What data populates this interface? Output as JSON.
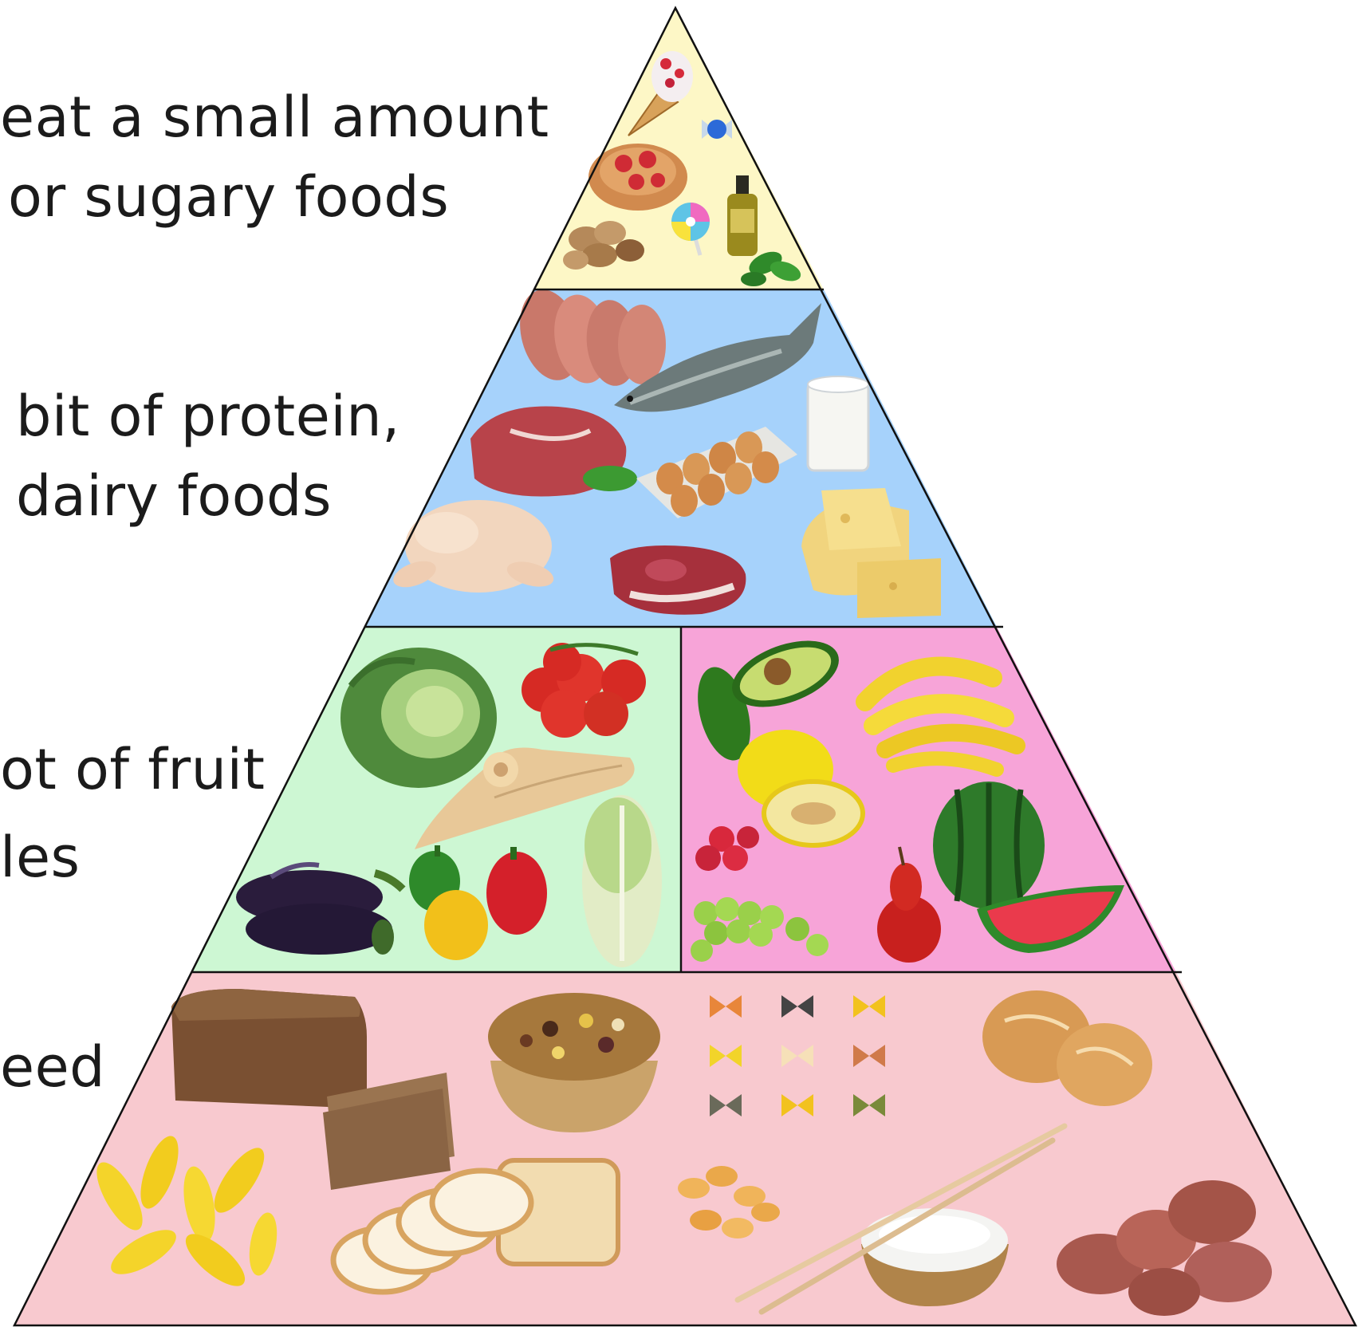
{
  "captions": {
    "top_line1": "eat a small amount",
    "top_line2": "or sugary foods",
    "protein_line1": "bit of protein,",
    "protein_line2": "dairy foods",
    "fruitveg_line1": "ot of fruit",
    "fruitveg_line2": "les",
    "base_line1": "eed"
  },
  "colors": {
    "top_tier": "#fdf7c6",
    "protein_tier": "#a6d2fb",
    "veg_panel": "#cdf7d3",
    "fruit_panel": "#f7a4d8",
    "base_tier": "#f8c9cf",
    "outline": "#111111"
  },
  "icons": {
    "top": [
      "ice-cream-icon",
      "candy-icon",
      "pastry-icon",
      "lollipop-icon",
      "nuts-icon",
      "oil-bottle-icon",
      "basil-icon"
    ],
    "protein": [
      "salami-icon",
      "fish-icon",
      "milk-glass-icon",
      "beef-icon",
      "eggs-icon",
      "chicken-icon",
      "steak-icon",
      "cheese-icon"
    ],
    "vegetables": [
      "cabbage-icon",
      "tomatoes-icon",
      "parsnip-icon",
      "eggplant-icon",
      "pepper-icon",
      "chinese-cabbage-icon"
    ],
    "fruit": [
      "avocado-icon",
      "banana-icon",
      "melon-icon",
      "raspberry-icon",
      "watermelon-icon",
      "grapes-icon",
      "pear-icon"
    ],
    "grains": [
      "bread-loaf-icon",
      "muesli-bowl-icon",
      "farfalle-pasta-icon",
      "bread-roll-icon",
      "fusilli-pasta-icon",
      "sliced-bread-icon",
      "crackers-icon",
      "rice-bowl-icon",
      "chopsticks-icon",
      "potatoes-icon"
    ]
  }
}
